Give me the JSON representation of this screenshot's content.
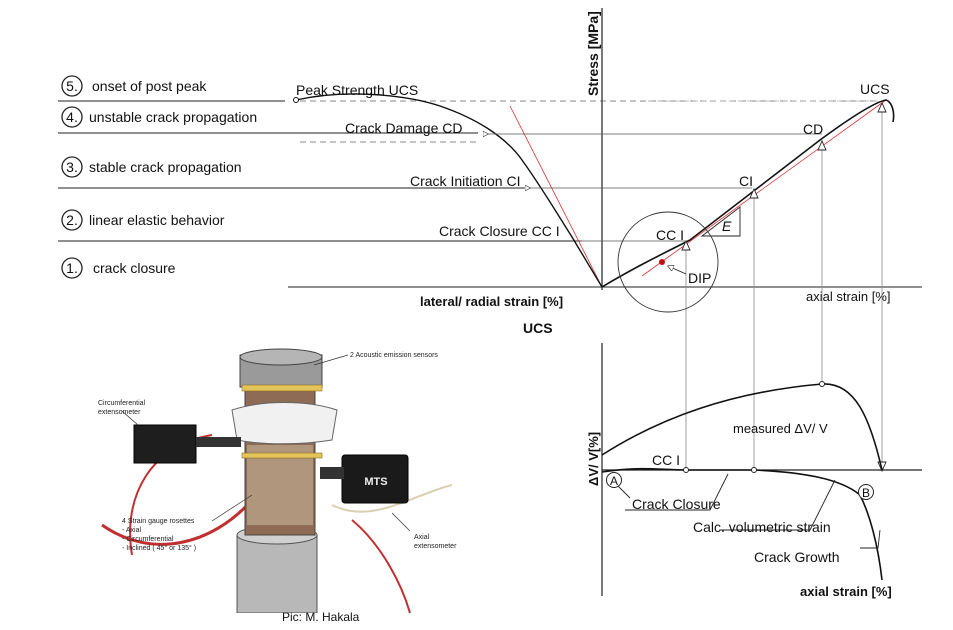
{
  "stages": [
    {
      "num": "5.",
      "label": "onset of post peak"
    },
    {
      "num": "4.",
      "label": "unstable crack propagation"
    },
    {
      "num": "3.",
      "label": "stable crack propagation"
    },
    {
      "num": "2.",
      "label": "linear elastic behavior"
    },
    {
      "num": "1.",
      "label": "crack closure"
    }
  ],
  "top_plot": {
    "y_axis_label": "Stress [MPa]",
    "x_left_label": "lateral/ radial strain [%]",
    "x_right_label": "axial strain [%]",
    "left_curve_labels": {
      "peak": "Peak Strength UCS",
      "cd": "Crack Damage CD",
      "ci": "Crack Initiation CI",
      "cc": "Crack Closure CC I"
    },
    "right_curve_labels": {
      "ucs": "UCS",
      "cd": "CD",
      "ci": "CI",
      "cc": "CC I",
      "e": "E",
      "dip": "DIP"
    }
  },
  "bottom_plot": {
    "title": "UCS",
    "y_axis_label": "ΔV/ V[%]",
    "x_label": "axial strain [%]",
    "cc_label": "CC I",
    "measured": "measured ΔV/ V",
    "crack_closure": "Crack Closure",
    "calc": "Calc. volumetric strain",
    "crack_growth": "Crack Growth",
    "marker_a": "A",
    "marker_b": "B"
  },
  "photo": {
    "ae_sensors": "2 Acoustic emission sensors",
    "circ_ext_line1": "Circumferential",
    "circ_ext_line2": "extensometer",
    "rosette_line1": "4 Strain gauge rosettes",
    "rosette_line2": "- Axial",
    "rosette_line3": "- Circumferential",
    "rosette_line4": "- Inclined ( 45° or 135° )",
    "axial_ext_line1": "Axial",
    "axial_ext_line2": "extensometer",
    "brand": "MTS",
    "credit": "Pic: M. Hakala"
  }
}
